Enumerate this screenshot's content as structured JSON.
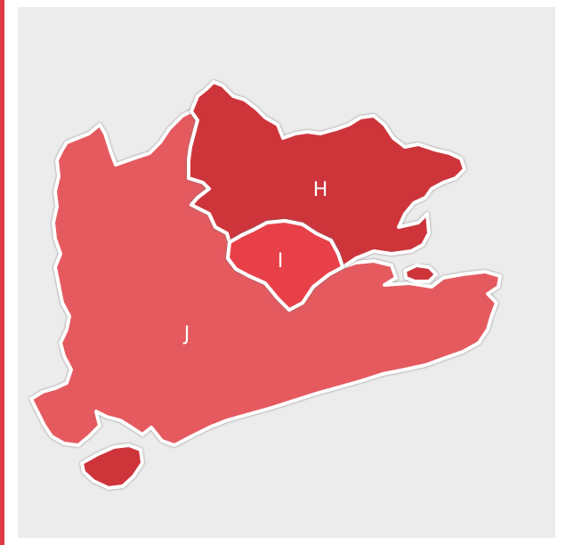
{
  "colors": {
    "accent_bar": "#e03a45",
    "background": "#ececec",
    "border": "#ffffff",
    "border_shadow": "#8a8a8a",
    "region_H": "#cd343b",
    "region_I": "#e8414a",
    "region_J": "#e55a5e",
    "island": "#cd343b"
  },
  "regions": [
    {
      "id": "H",
      "label": "H"
    },
    {
      "id": "I",
      "label": "I"
    },
    {
      "id": "J",
      "label": "J"
    }
  ]
}
